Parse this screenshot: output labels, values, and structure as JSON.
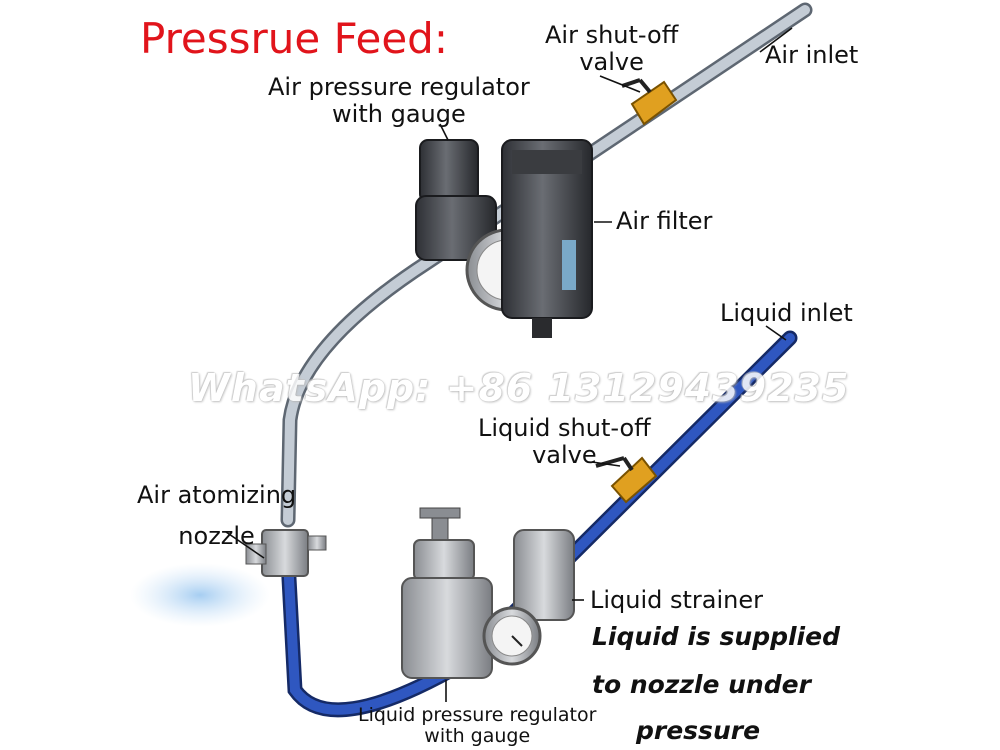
{
  "title": "Pressrue Feed:",
  "watermark": "WhatsApp: +86 13129439235",
  "labels": {
    "air_shutoff_line1": "Air shut-off",
    "air_shutoff_line2": "valve",
    "air_inlet": "Air inlet",
    "air_reg_line1": "Air pressure regulator",
    "air_reg_line2": "with gauge",
    "air_filter": "Air filter",
    "liquid_inlet": "Liquid inlet",
    "liquid_shutoff_line1": "Liquid shut-off",
    "liquid_shutoff_line2": "valve",
    "nozzle_line1": "Air atomizing",
    "nozzle_line2": "nozzle",
    "liquid_strainer": "Liquid strainer",
    "liquid_reg_line1": "Liquid pressure regulator",
    "liquid_reg_line2": "with gauge"
  },
  "note": {
    "line1": "Liquid is supplied",
    "line2": "to nozzle under",
    "line3": "pressure"
  },
  "colors": {
    "title": "#e1141b",
    "air_pipe": "#b9c3cd",
    "liquid_pipe": "#2a4fb0",
    "valve": "#e0a020",
    "component": "#4a4d52"
  }
}
